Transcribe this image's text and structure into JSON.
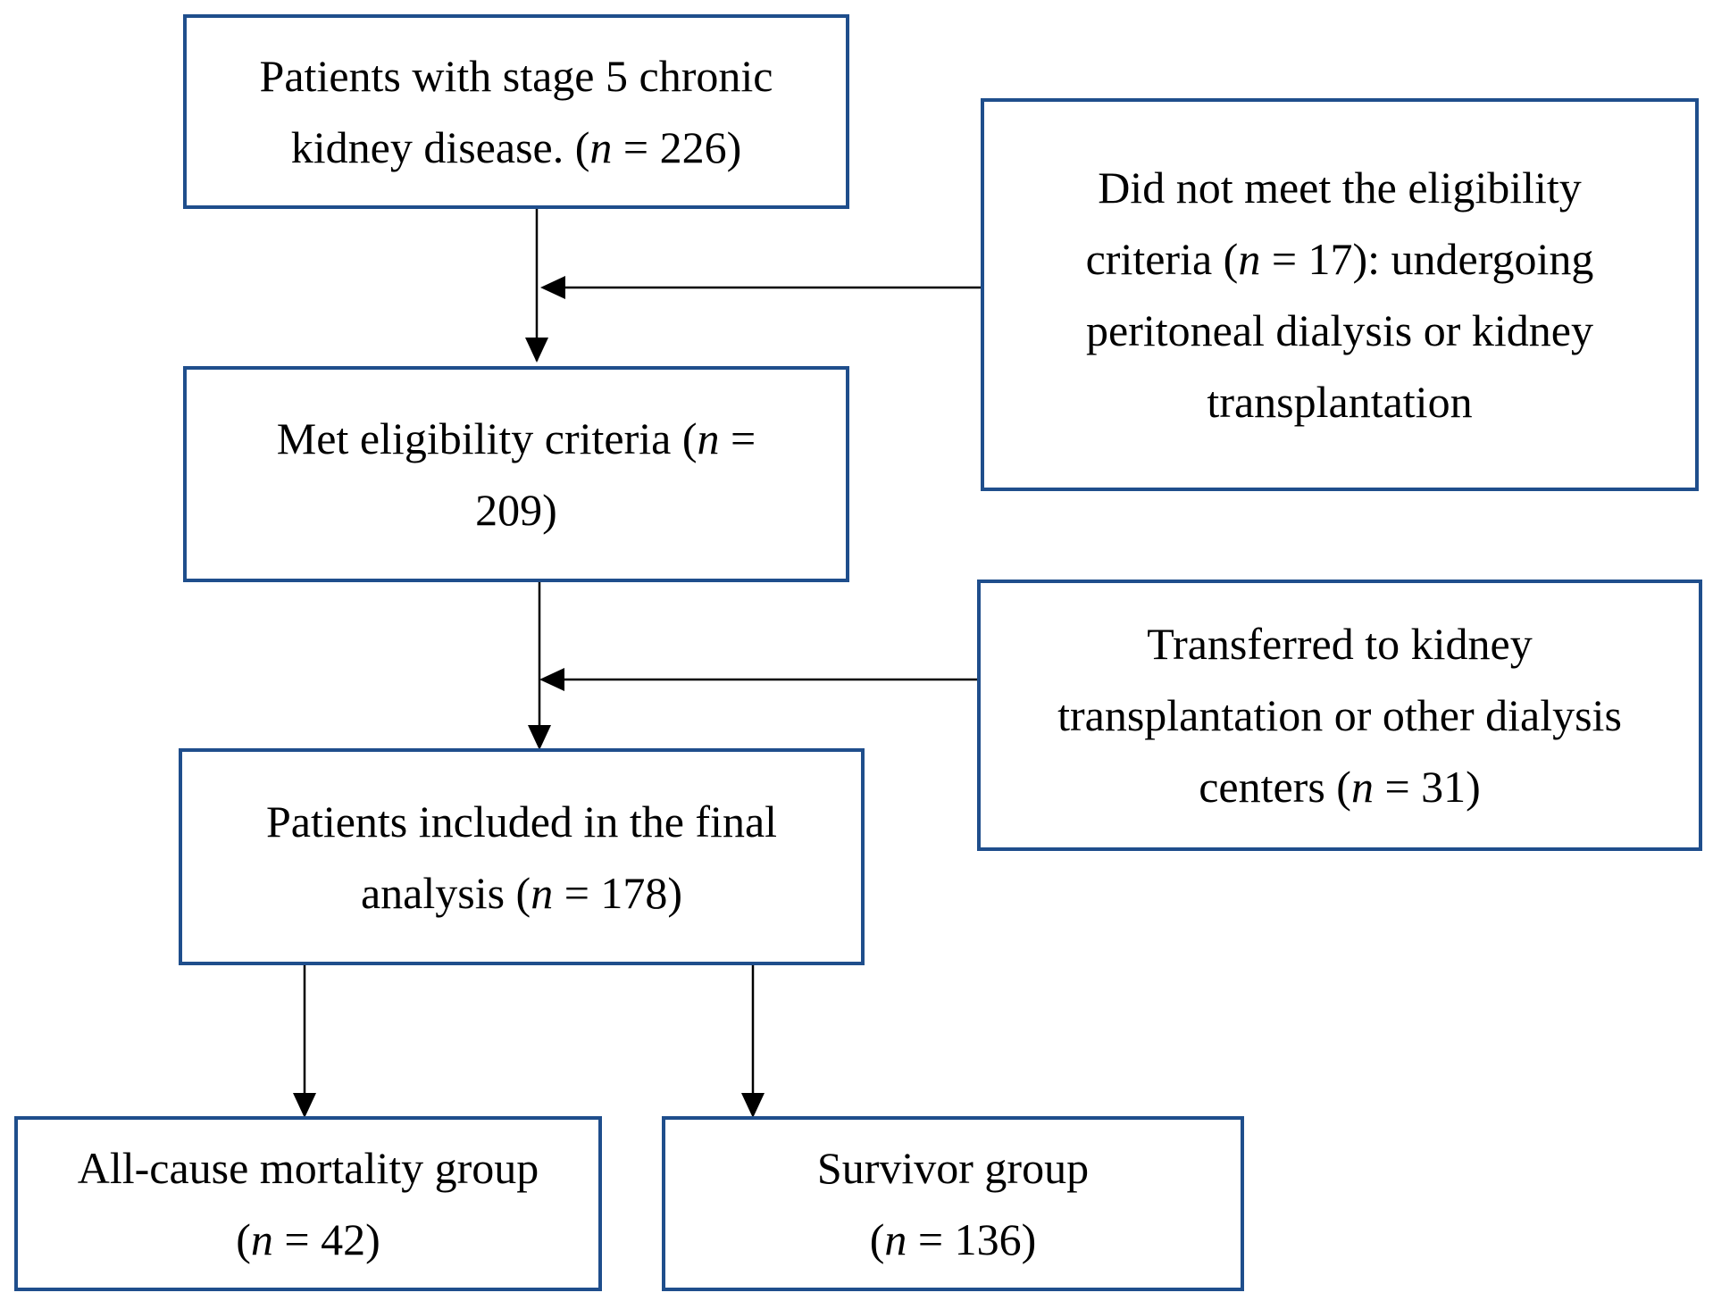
{
  "colors": {
    "box_border": "#1f4e8c",
    "connector": "#000000"
  },
  "nodes": {
    "ckd": {
      "lines": [
        "Patients with stage 5 chronic",
        "kidney disease. (<i>n</i> = 226)"
      ]
    },
    "excluded_criteria": {
      "lines": [
        "Did not meet the eligibility",
        "criteria (<i>n</i> = 17): undergoing",
        "peritoneal dialysis or kidney",
        "transplantation"
      ]
    },
    "eligible": {
      "lines": [
        "Met eligibility criteria (<i>n</i> =",
        "209)"
      ]
    },
    "transferred": {
      "lines": [
        "Transferred to kidney",
        "transplantation or other dialysis",
        "centers (<i>n</i> = 31)"
      ]
    },
    "final": {
      "lines": [
        "Patients included in the final",
        "analysis (<i>n</i> = 178)"
      ]
    },
    "mortality": {
      "lines": [
        "All-cause mortality group",
        "(<i>n</i> = 42)"
      ]
    },
    "survivor": {
      "lines": [
        "Survivor group",
        "(<i>n</i> = 136)"
      ]
    }
  },
  "edges": [
    {
      "from": "ckd",
      "to": "eligible"
    },
    {
      "from": "excluded_criteria",
      "to": "ckd-eligible-link"
    },
    {
      "from": "eligible",
      "to": "final"
    },
    {
      "from": "transferred",
      "to": "eligible-final-link"
    },
    {
      "from": "final",
      "to": "mortality"
    },
    {
      "from": "final",
      "to": "survivor"
    }
  ]
}
